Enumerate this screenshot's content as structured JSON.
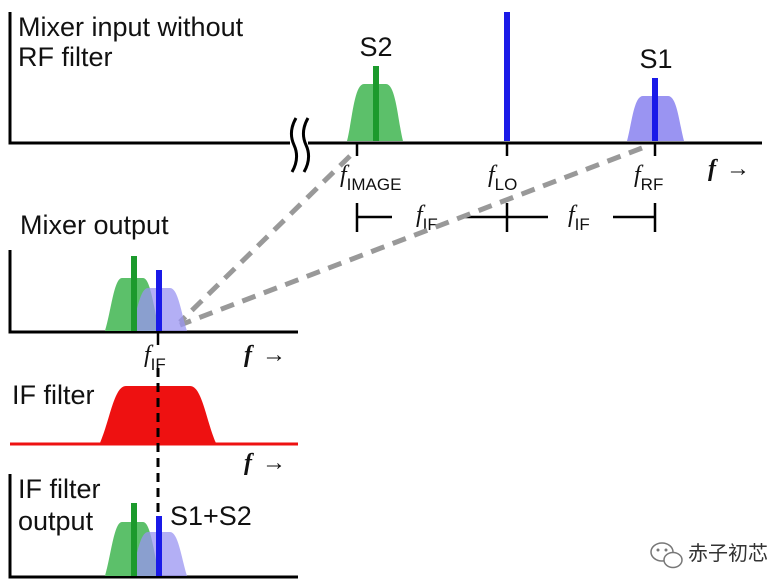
{
  "panels": {
    "input_title_line1": "Mixer input without",
    "input_title_line2": "RF filter",
    "output_title": "Mixer output",
    "if_filter_title": "IF filter",
    "if_output_title_line1": "IF filter",
    "if_output_title_line2": "output"
  },
  "signals": {
    "s2": "S2",
    "s1": "S1",
    "sum": "S1+S2"
  },
  "freq_labels": {
    "f": "f",
    "image_sub": "IMAGE",
    "lo_sub": "LO",
    "rf_sub": "RF",
    "if_sub": "IF",
    "arrow": "→"
  },
  "colors": {
    "green_fill": "#5cc06a",
    "green_line": "#1c9a2c",
    "blue_fill": "#9a94f2",
    "blue_line": "#1a1ae8",
    "red": "#ee1111",
    "red_label": "#dd0000"
  },
  "watermark": {
    "text": "赤子初芯",
    "icon": "wechat-icon"
  }
}
